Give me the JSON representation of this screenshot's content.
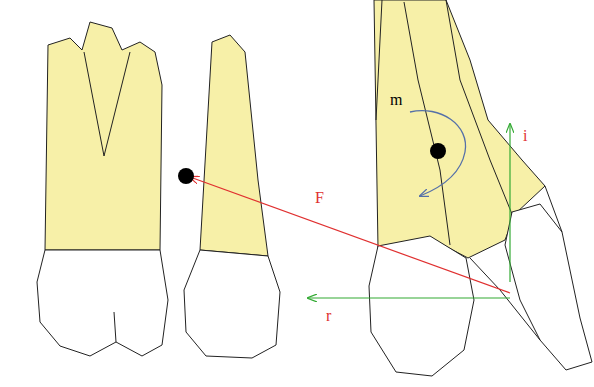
{
  "diagram": {
    "labels": [
      "m",
      "F",
      "i",
      "r"
    ]
  }
}
